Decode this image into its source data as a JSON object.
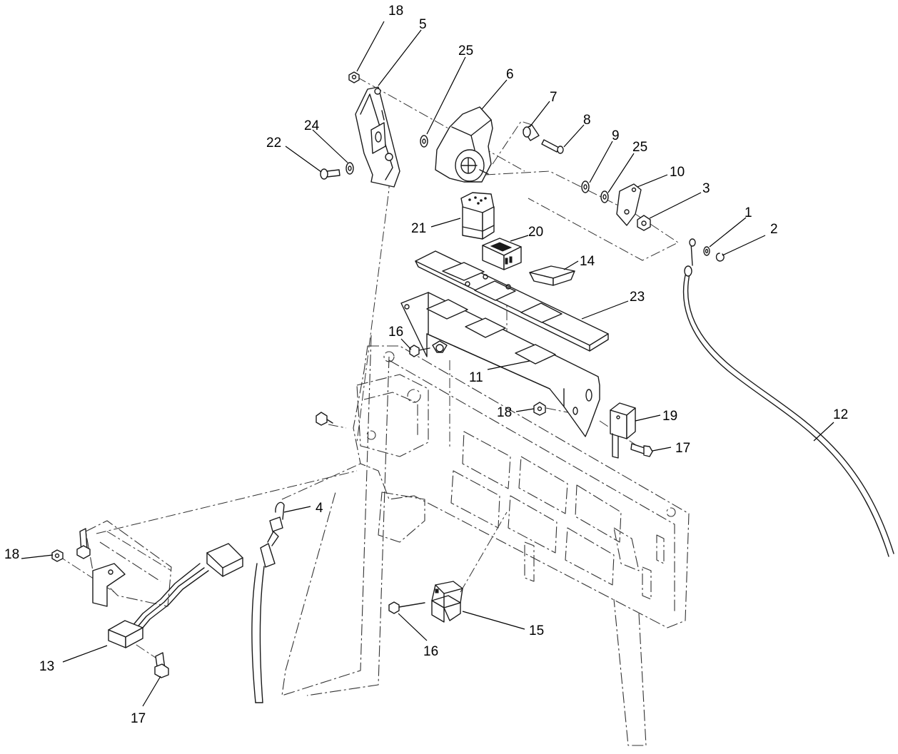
{
  "callouts": [
    {
      "id": "c18a",
      "label": "18"
    },
    {
      "id": "c5",
      "label": "5"
    },
    {
      "id": "c25a",
      "label": "25"
    },
    {
      "id": "c6",
      "label": "6"
    },
    {
      "id": "c7",
      "label": "7"
    },
    {
      "id": "c8",
      "label": "8"
    },
    {
      "id": "c24",
      "label": "24"
    },
    {
      "id": "c22",
      "label": "22"
    },
    {
      "id": "c9",
      "label": "9"
    },
    {
      "id": "c25b",
      "label": "25"
    },
    {
      "id": "c10",
      "label": "10"
    },
    {
      "id": "c3",
      "label": "3"
    },
    {
      "id": "c1",
      "label": "1"
    },
    {
      "id": "c2",
      "label": "2"
    },
    {
      "id": "c21",
      "label": "21"
    },
    {
      "id": "c20",
      "label": "20"
    },
    {
      "id": "c14",
      "label": "14"
    },
    {
      "id": "c23",
      "label": "23"
    },
    {
      "id": "c16a",
      "label": "16"
    },
    {
      "id": "c11",
      "label": "11"
    },
    {
      "id": "c18b",
      "label": "18"
    },
    {
      "id": "c19",
      "label": "19"
    },
    {
      "id": "c17a",
      "label": "17"
    },
    {
      "id": "c12",
      "label": "12"
    },
    {
      "id": "c4",
      "label": "4"
    },
    {
      "id": "c18c",
      "label": "18"
    },
    {
      "id": "c13",
      "label": "13"
    },
    {
      "id": "c17b",
      "label": "17"
    },
    {
      "id": "c15",
      "label": "15"
    },
    {
      "id": "c16b",
      "label": "16"
    }
  ]
}
